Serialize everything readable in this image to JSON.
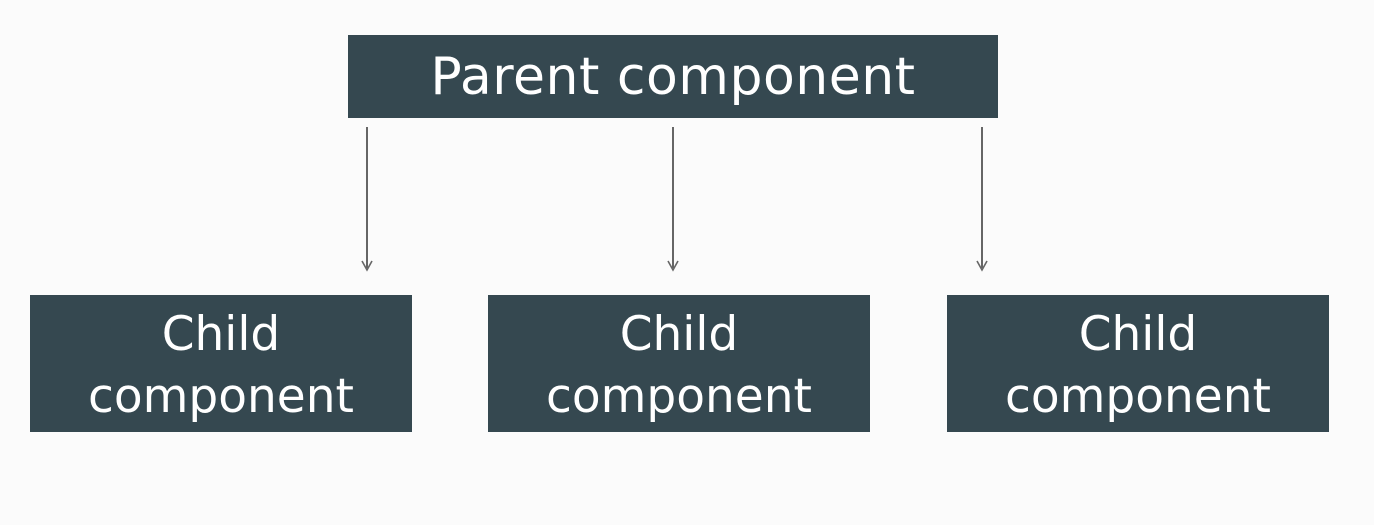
{
  "diagram": {
    "parent": {
      "label": "Parent component"
    },
    "children": [
      {
        "line1": "Child",
        "line2": "component"
      },
      {
        "line1": "Child",
        "line2": "component"
      },
      {
        "line1": "Child",
        "line2": "component"
      }
    ],
    "colors": {
      "box_fill": "#354850",
      "box_text": "#ffffff",
      "arrow": "#666666",
      "background": "#fbfbfb"
    }
  }
}
